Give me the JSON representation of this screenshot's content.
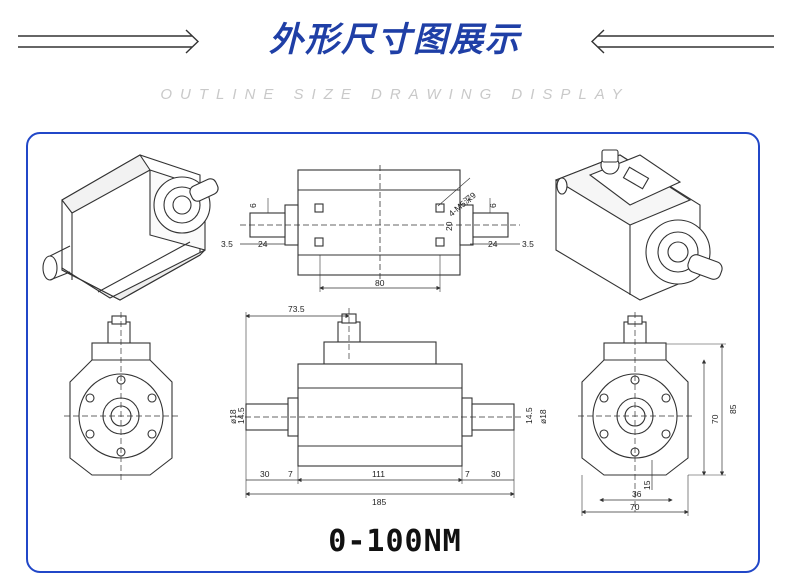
{
  "header": {
    "title": "外形尺寸图展示",
    "subtitle": "OUTLINE SIZE DRAWING DISPLAY"
  },
  "model_label": "0-100NM",
  "accent_color": "#1f3fa6",
  "frame_color": "#2147c8",
  "dims": {
    "top_side": [
      "6",
      "3.5",
      "24",
      "80",
      "24",
      "3.5",
      "6",
      "20",
      "4-M5深9"
    ],
    "front": [
      "73.5",
      "ø18",
      "14.5",
      "30",
      "7",
      "111",
      "7",
      "30",
      "185",
      "14.5",
      "ø18"
    ],
    "end_view": [
      "85",
      "70",
      "15",
      "36",
      "70"
    ]
  }
}
